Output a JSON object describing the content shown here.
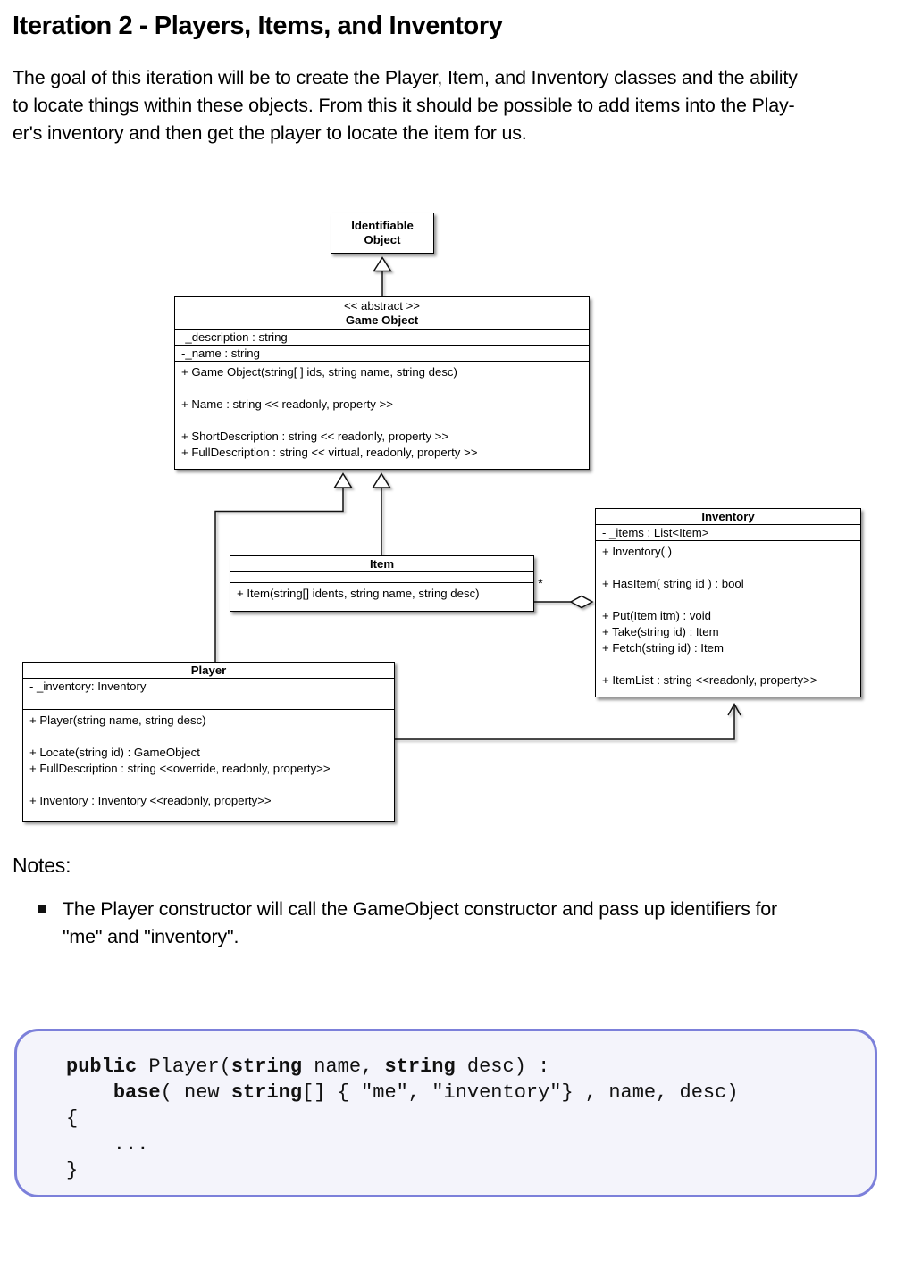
{
  "header": {
    "title": "Iteration 2 - Players, Items, and Inventory"
  },
  "intro": {
    "lines": [
      "The goal of this iteration will be to create the Player, Item, and Inventory classes and the ability",
      "to locate things within these objects. From this it should be possible to add items into the Play-",
      "er's inventory and then get the player to locate the item for us."
    ]
  },
  "diagram": {
    "identifiable": {
      "name_lines": [
        "Identifiable",
        "Object"
      ]
    },
    "game_object": {
      "stereotype": "<< abstract >>",
      "name": "Game Object",
      "attributes": [
        "-_description : string",
        "-_name : string"
      ],
      "methods": [
        "+ Game Object(string[ ] ids, string name, string desc)",
        "",
        "+ Name : string << readonly, property >>",
        "",
        "+ ShortDescription : string << readonly, property >>",
        "+ FullDescription : string << virtual, readonly, property >>"
      ]
    },
    "item": {
      "name": "Item",
      "methods": [
        "+ Item(string[] idents, string name, string desc)"
      ],
      "multiplicity": "*"
    },
    "inventory": {
      "name": "Inventory",
      "attributes": [
        "- _items : List<Item>"
      ],
      "methods": [
        "+ Inventory( )",
        "",
        "+ HasItem( string id ) : bool",
        "",
        "+ Put(Item itm) : void",
        "+ Take(string id) : Item",
        "+ Fetch(string id) : Item",
        "",
        "+ ItemList : string <<readonly, property>>"
      ]
    },
    "player": {
      "name": "Player",
      "attributes": [
        "- _inventory: Inventory",
        ""
      ],
      "methods": [
        "+ Player(string name, string desc)",
        "",
        "+ Locate(string id) : GameObject",
        "+ FullDescription : string <<override, readonly, property>>",
        "",
        "+ Inventory : Inventory <<readonly, property>>"
      ]
    }
  },
  "notes": {
    "heading": "Notes:",
    "bullet_lines": [
      "The Player constructor will call the GameObject constructor and pass up identifiers for",
      "\"me\" and \"inventory\"."
    ]
  },
  "code": {
    "border_color": "#7c80da",
    "background": "#f4f4fb",
    "lines": [
      {
        "segments": [
          {
            "text": "public",
            "bold": true
          },
          {
            "text": " Player(",
            "bold": false
          },
          {
            "text": "string",
            "bold": true
          },
          {
            "text": " name, ",
            "bold": false
          },
          {
            "text": "string",
            "bold": true
          },
          {
            "text": " desc) :",
            "bold": false
          }
        ]
      },
      {
        "segments": [
          {
            "text": "    ",
            "bold": false
          },
          {
            "text": "base",
            "bold": true
          },
          {
            "text": "( new ",
            "bold": false
          },
          {
            "text": "string",
            "bold": true
          },
          {
            "text": "[] { \"me\", \"inventory\"} , name, desc)",
            "bold": false
          }
        ]
      },
      {
        "segments": [
          {
            "text": "{",
            "bold": false
          }
        ]
      },
      {
        "segments": [
          {
            "text": "    ...",
            "bold": false
          }
        ]
      },
      {
        "segments": [
          {
            "text": "}",
            "bold": false
          }
        ]
      }
    ]
  }
}
